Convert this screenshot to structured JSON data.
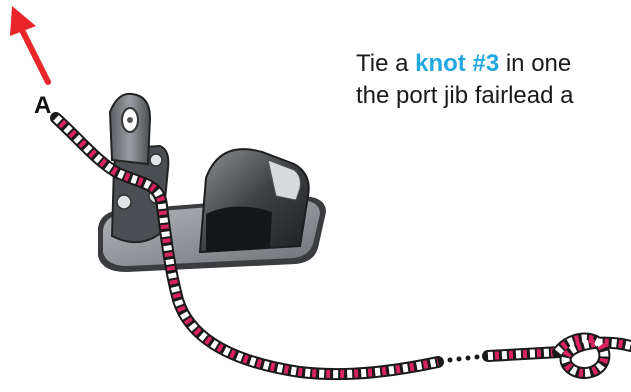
{
  "instruction": {
    "line1_before": "Tie a ",
    "knot_ref": "knot #3",
    "line1_after": " in one",
    "line2": "the port jib fairlead a"
  },
  "labels": {
    "point_a": "A"
  },
  "icons": [
    "pull-arrow-icon",
    "fairlead-block-icon",
    "cam-cleat-icon",
    "base-plate-icon",
    "rope-icon",
    "knot-icon"
  ],
  "colors": {
    "arrow": "#e8262a",
    "rope_primary": "#1a1a1a",
    "rope_accent": "#d8235f",
    "knot_ref": "#21a8e0",
    "base_plate": "#8c8f93"
  }
}
